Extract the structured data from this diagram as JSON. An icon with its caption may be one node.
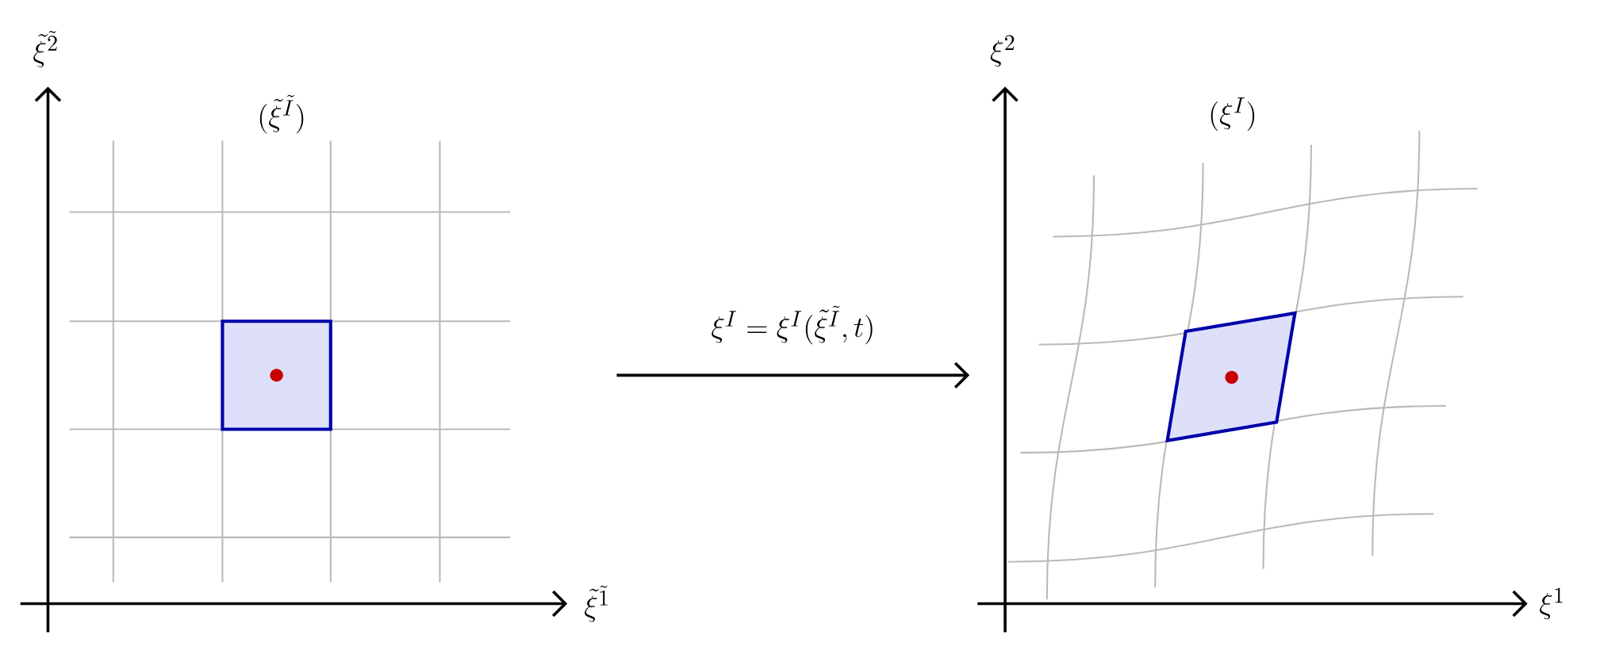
{
  "diagram": {
    "nodes": [
      {
        "text": [
          "(\\tilde{\\xi}^{\\tilde{I}})"
        ]
      },
      {
        "text": [
          "(\\xi^{I})"
        ]
      }
    ],
    "edges": [
      {
        "from": 0,
        "to": 1,
        "arrow": "to",
        "label": "\\xi^{I} = \\xi^{I}(\\tilde{\\xi}^{\\tilde{I}}, t)"
      }
    ],
    "labels": [
      "\\tilde{\\xi}^{\\tilde{2}}",
      "\\xi^{2}",
      "\\tilde{\\xi}^{\\tilde{1}}",
      "\\xi^{1}"
    ]
  }
}
